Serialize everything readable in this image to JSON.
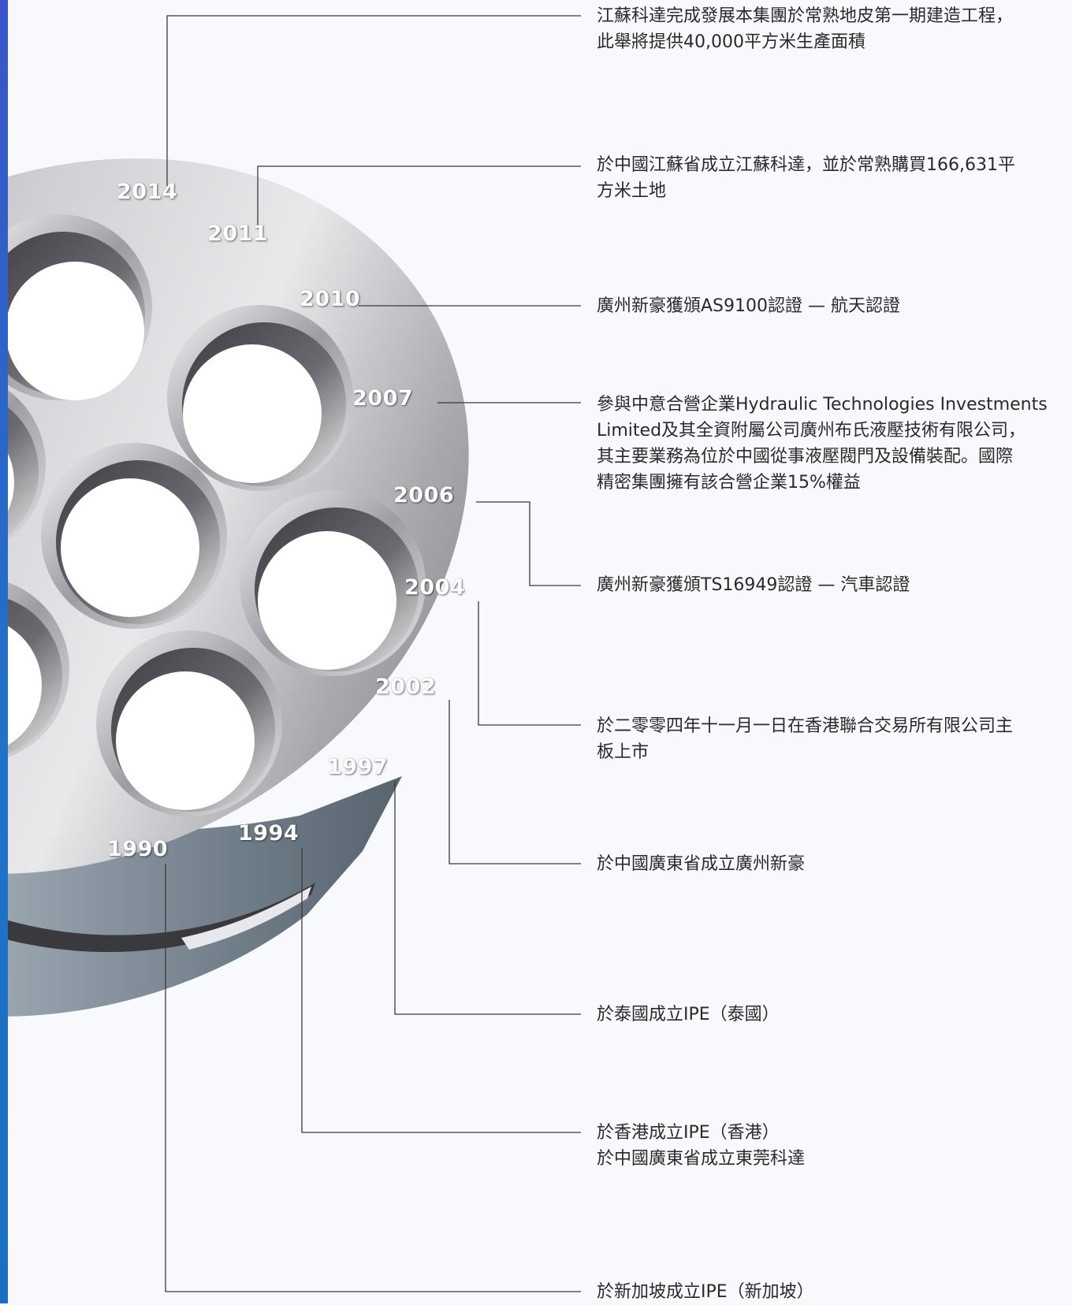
{
  "colors": {
    "background": "#f8f9fc",
    "accent_bar": "#3a56c8",
    "leader_line": "#3a3a3a",
    "year_text": "#ffffff",
    "event_text": "#2a2a2a"
  },
  "milestones": [
    {
      "year": "2014",
      "lines": [
        "江蘇科達完成發展本集團於常熟地皮第一期建造工程，",
        "此舉將提供40,000平方米生產面積"
      ]
    },
    {
      "year": "2011",
      "lines": [
        "於中國江蘇省成立江蘇科達，並於常熟購買166,631平",
        "方米土地"
      ]
    },
    {
      "year": "2010",
      "lines": [
        "廣州新豪獲頒AS9100認證 — 航天認證"
      ]
    },
    {
      "year": "2007",
      "lines": [
        "參與中意合營企業Hydraulic Technologies Investments",
        "Limited及其全資附屬公司廣州布氏液壓技術有限公司，",
        "其主要業務為位於中國從事液壓閥門及設備裝配。國際",
        "精密集團擁有該合營企業15%權益"
      ]
    },
    {
      "year": "2006",
      "lines": [
        "廣州新豪獲頒TS16949認證 — 汽車認證"
      ]
    },
    {
      "year": "2004",
      "lines": [
        "於二零零四年十一月一日在香港聯合交易所有限公司主",
        "板上市"
      ]
    },
    {
      "year": "2002",
      "lines": [
        "於中國廣東省成立廣州新豪"
      ]
    },
    {
      "year": "1997",
      "lines": [
        "於泰國成立IPE（泰國）"
      ]
    },
    {
      "year": "1994",
      "lines": [
        "於香港成立IPE（香港）",
        "於中國廣東省成立東莞科達"
      ]
    },
    {
      "year": "1990",
      "lines": [
        "於新加坡成立IPE（新加坡）"
      ]
    }
  ]
}
